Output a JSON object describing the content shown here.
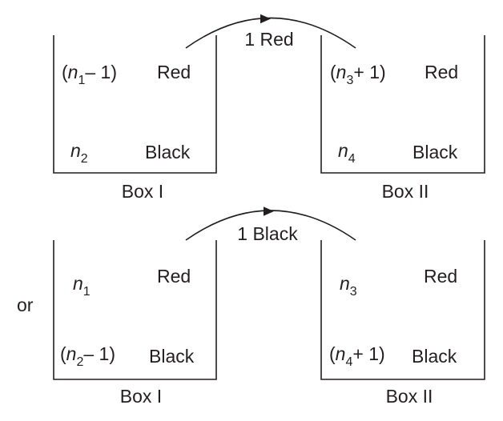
{
  "colors": {
    "ink": "#231f20",
    "background": "#ffffff"
  },
  "scenario_1": {
    "transfer_label": "1 Red",
    "box1": {
      "caption": "Box I",
      "red_count": {
        "open": "(",
        "var": "n",
        "sub": "1",
        "rest": "– 1)"
      },
      "red_label": "Red",
      "black_count": {
        "var": "n",
        "sub": "2"
      },
      "black_label": "Black"
    },
    "box2": {
      "caption": "Box II",
      "red_count": {
        "open": "(",
        "var": "n",
        "sub": "3",
        "rest": "+ 1)"
      },
      "red_label": "Red",
      "black_count": {
        "var": "n",
        "sub": "4"
      },
      "black_label": "Black"
    }
  },
  "connector": "or",
  "scenario_2": {
    "transfer_label": "1 Black",
    "box1": {
      "caption": "Box I",
      "red_count": {
        "var": "n",
        "sub": "1"
      },
      "red_label": "Red",
      "black_count": {
        "open": "(",
        "var": "n",
        "sub": "2",
        "rest": "– 1)"
      },
      "black_label": "Black"
    },
    "box2": {
      "caption": "Box II",
      "red_count": {
        "var": "n",
        "sub": "3"
      },
      "red_label": "Red",
      "black_count": {
        "open": "(",
        "var": "n",
        "sub": "4",
        "rest": "+ 1)"
      },
      "black_label": "Black"
    }
  }
}
